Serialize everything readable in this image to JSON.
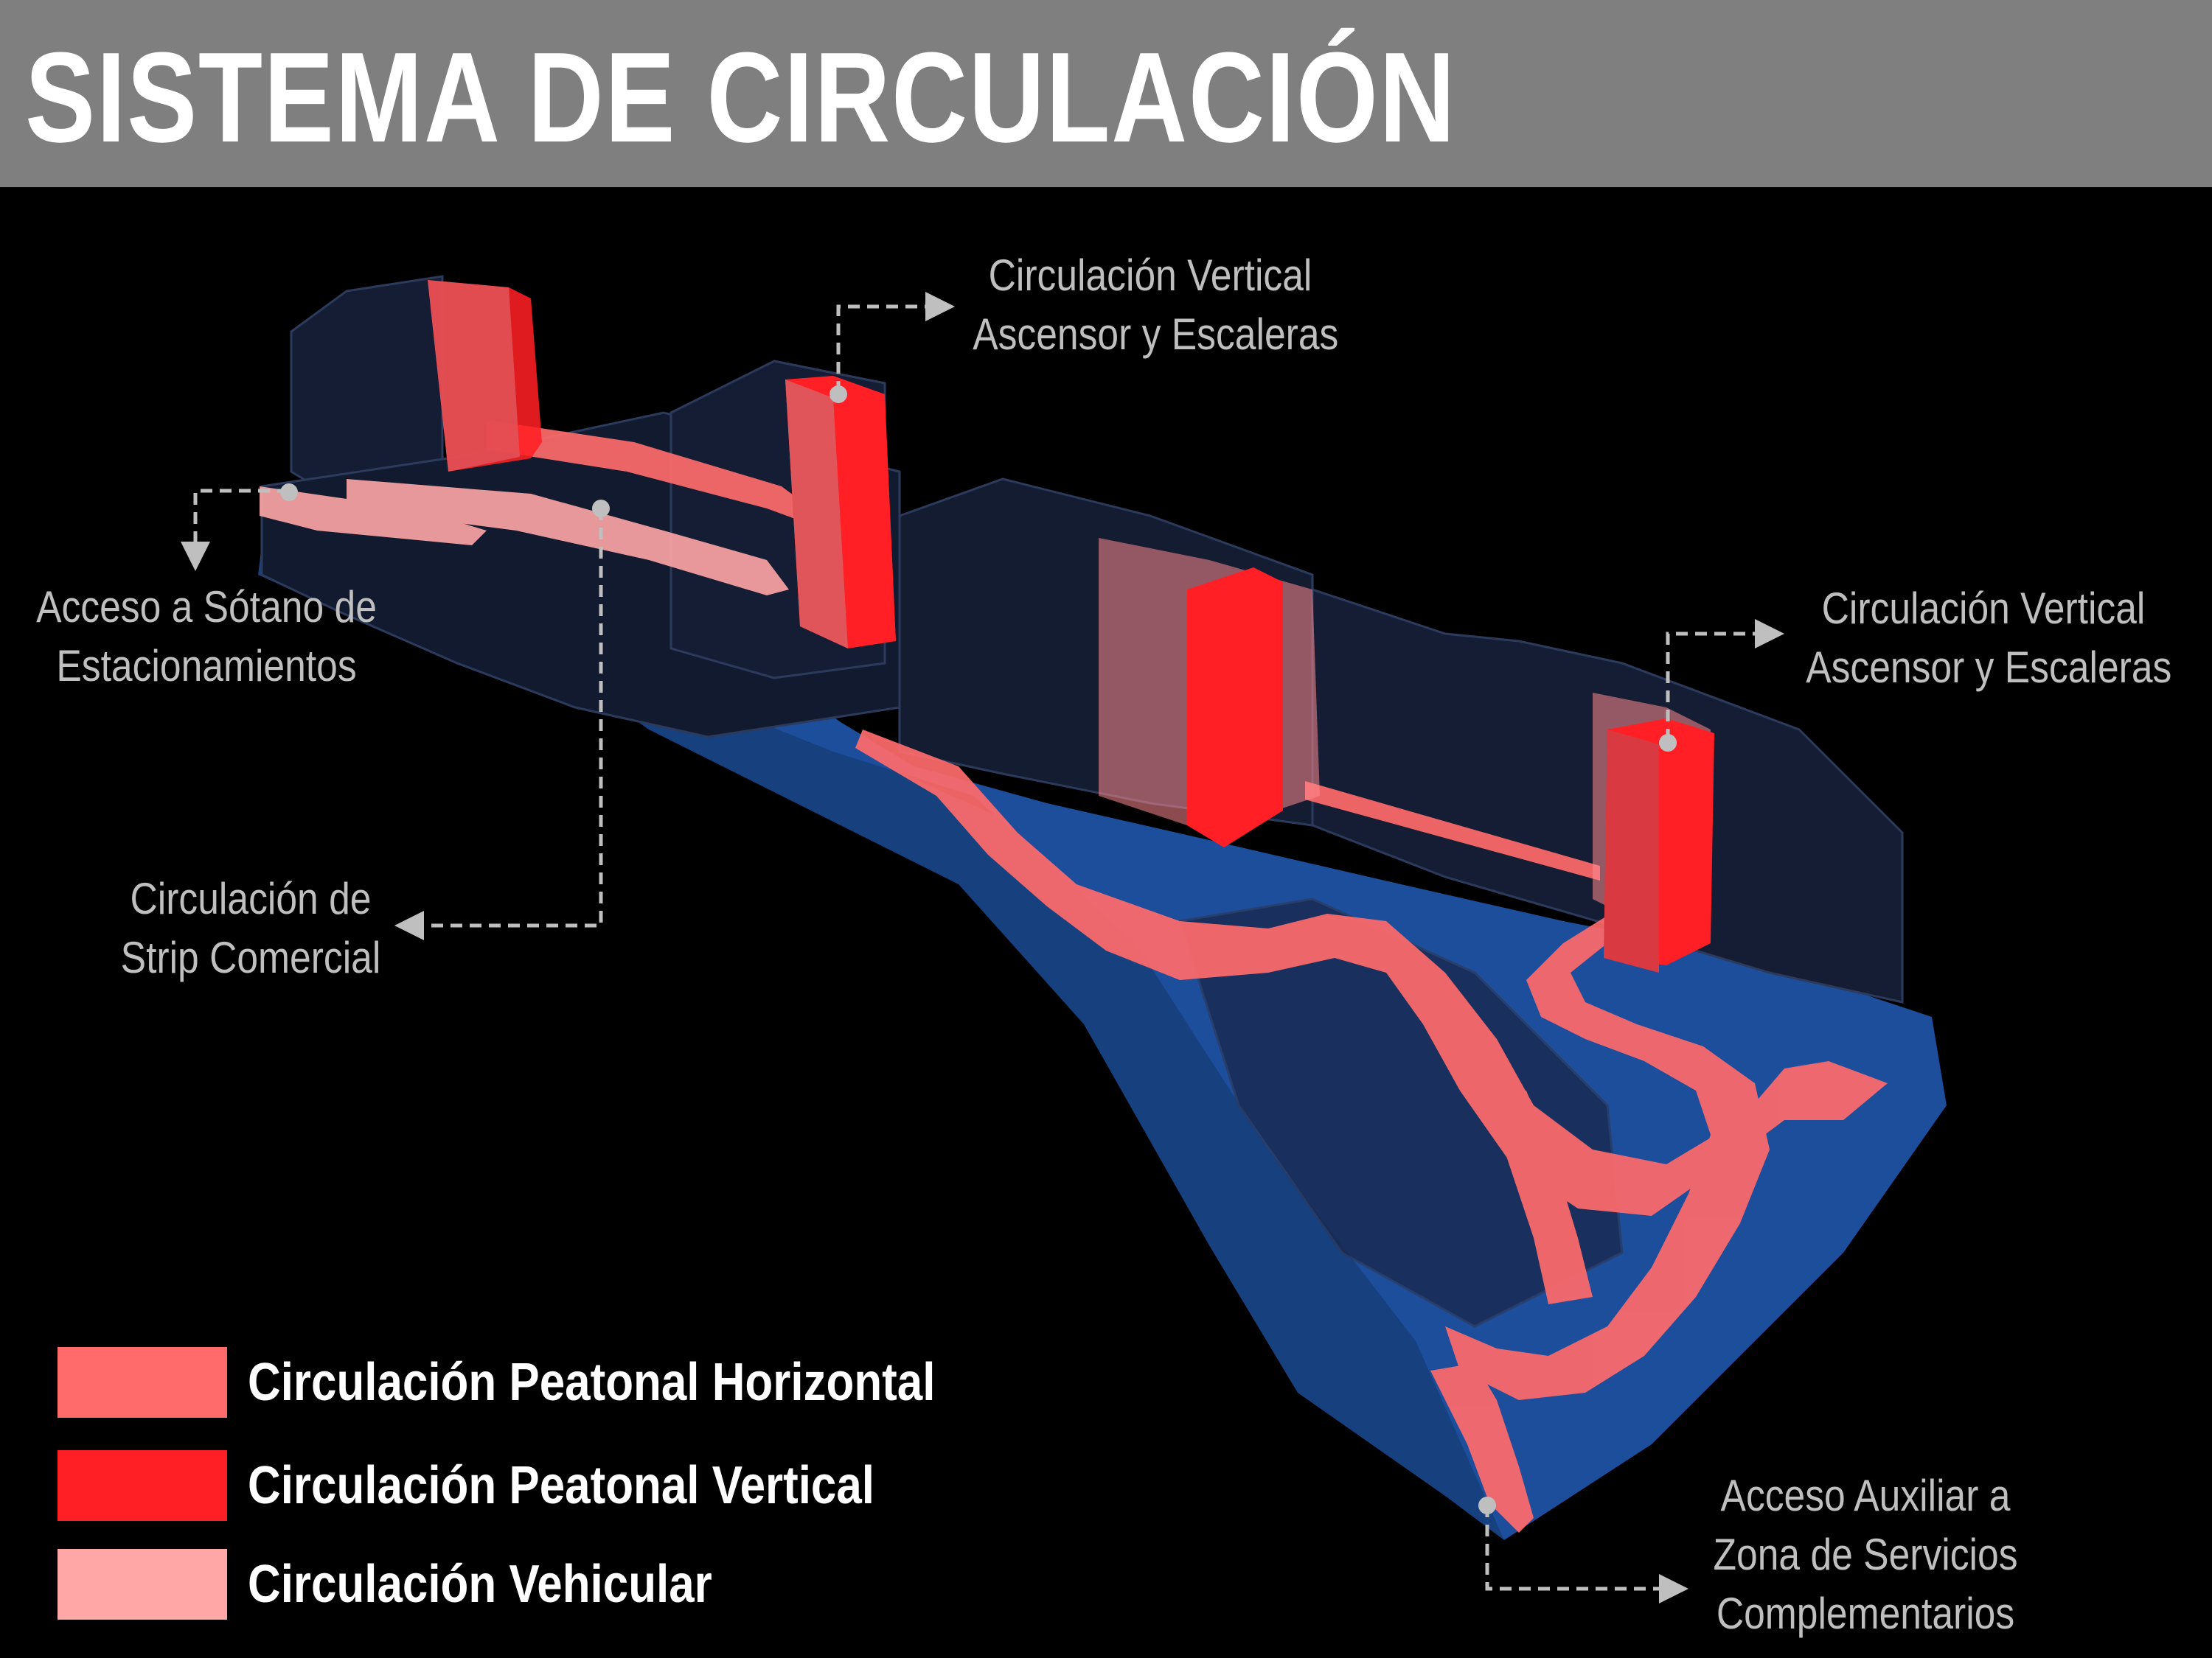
{
  "title": "SISTEMA DE CIRCULACIÓN",
  "colors": {
    "header_bg": "#7f7f7f",
    "background": "#000000",
    "ground": "#1c4e9c",
    "building": "#141d33",
    "horizontal": "#ff6b6b",
    "vertical": "#ff1f24",
    "vehicular": "#ffa6a6",
    "callout_line": "#bfbfbf"
  },
  "callouts": {
    "vertical_top": [
      "Circulación Vertical",
      "Ascensor y Escaleras"
    ],
    "vertical_right": [
      "Circulación Vertical",
      "Ascensor y Escaleras"
    ],
    "basement": [
      "Acceso a Sótano de",
      "Estacionamientos"
    ],
    "strip": [
      "Circulación de",
      "Strip Comercial"
    ],
    "auxiliary": [
      "Acceso Auxiliar a",
      "Zona de Servicios",
      "Complementarios"
    ]
  },
  "legend": [
    {
      "label": "Circulación Peatonal Horizontal",
      "color": "#ff6b6b"
    },
    {
      "label": "Circulación Peatonal Vertical",
      "color": "#ff1f24"
    },
    {
      "label": "Circulación Vehicular",
      "color": "#ffa6a6"
    }
  ]
}
